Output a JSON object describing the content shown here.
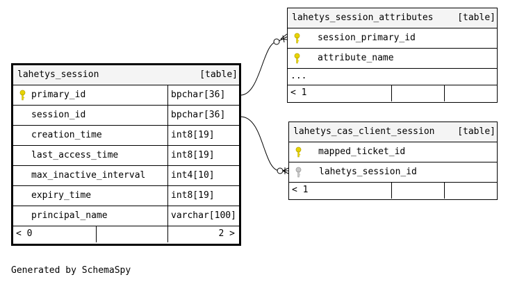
{
  "tables": {
    "lahetys_session": {
      "name": "lahetys_session",
      "kind": "[table]",
      "columns": [
        {
          "name": "primary_id",
          "type": "bpchar[36]",
          "key": "primary"
        },
        {
          "name": "session_id",
          "type": "bpchar[36]",
          "key": "none"
        },
        {
          "name": "creation_time",
          "type": "int8[19]",
          "key": "none"
        },
        {
          "name": "last_access_time",
          "type": "int8[19]",
          "key": "none"
        },
        {
          "name": "max_inactive_interval",
          "type": "int4[10]",
          "key": "none"
        },
        {
          "name": "expiry_time",
          "type": "int8[19]",
          "key": "none"
        },
        {
          "name": "principal_name",
          "type": "varchar[100]",
          "key": "none"
        }
      ],
      "footer_left": "< 0",
      "footer_right": "2 >"
    },
    "attributes": {
      "name": "lahetys_session_attributes",
      "kind": "[table]",
      "columns": [
        {
          "name": "session_primary_id",
          "key": "primary"
        },
        {
          "name": "attribute_name",
          "key": "primary"
        }
      ],
      "ellipsis": "...",
      "footer_left": "< 1"
    },
    "cas_client": {
      "name": "lahetys_cas_client_session",
      "kind": "[table]",
      "columns": [
        {
          "name": "mapped_ticket_id",
          "key": "primary"
        },
        {
          "name": "lahetys_session_id",
          "key": "foreign"
        }
      ],
      "footer_left": "< 1"
    }
  },
  "colors": {
    "primary_key": "#e8d400",
    "foreign_key": "#b8b8b8",
    "header_bg": "#f4f4f4",
    "line": "#000000"
  },
  "icons": {
    "primary_key": "key-icon",
    "foreign_key": "foreign-key-icon"
  },
  "footer": "Generated by SchemaSpy"
}
